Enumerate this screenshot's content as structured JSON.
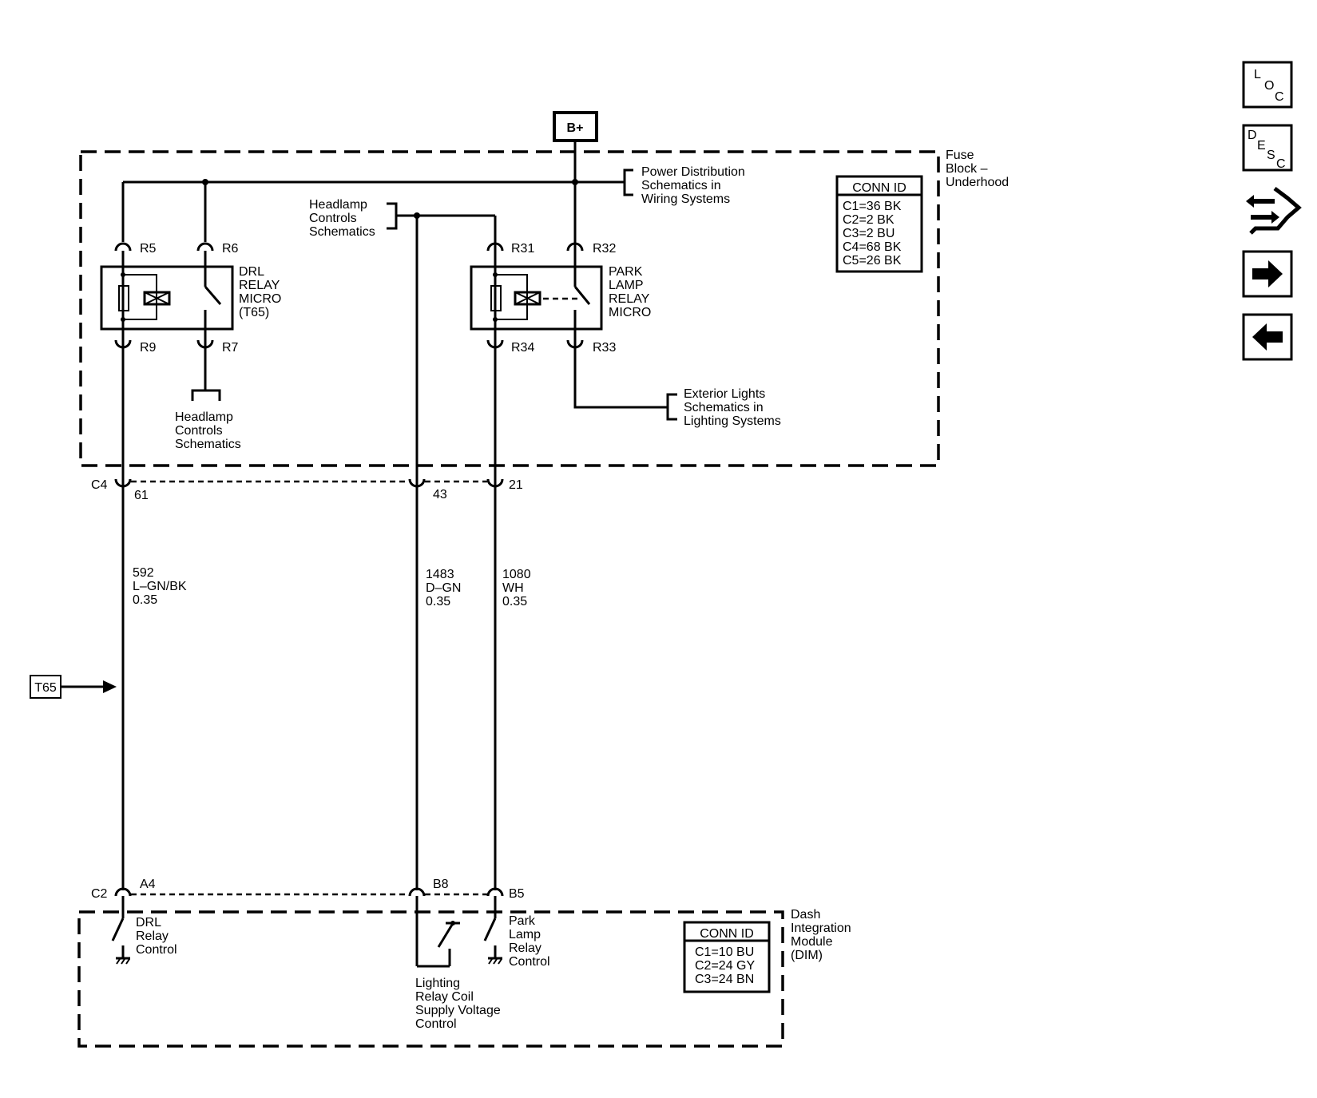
{
  "power_label": "B+",
  "fuse_block": {
    "name_lines": [
      "Fuse",
      "Block –",
      "Underhood"
    ],
    "conn_title": "CONN ID",
    "conn_lines": [
      "C1=36 BK",
      "C2=2 BK",
      "C3=2 BU",
      "C4=68 BK",
      "C5=26 BK"
    ]
  },
  "power_dist_ref": [
    "Power Distribution",
    "Schematics in",
    "Wiring Systems"
  ],
  "headlamp_ref_top": [
    "Headlamp",
    "Controls",
    "Schematics"
  ],
  "headlamp_ref_bottom": [
    "Headlamp",
    "Controls",
    "Schematics"
  ],
  "exterior_ref": [
    "Exterior Lights",
    "Schematics in",
    "Lighting Systems"
  ],
  "drl_relay": {
    "label_lines": [
      "DRL",
      "RELAY",
      "MICRO",
      "(T65)"
    ],
    "pins": {
      "in_coil": "R5",
      "in_switch": "R6",
      "out_coil": "R9",
      "out_switch": "R7"
    }
  },
  "park_relay": {
    "label_lines": [
      "PARK",
      "LAMP",
      "RELAY",
      "MICRO"
    ],
    "pins": {
      "in_coil": "R31",
      "in_switch": "R32",
      "out_coil": "R34",
      "out_switch": "R33"
    }
  },
  "connector_top": {
    "name": "C4",
    "pins": [
      "61",
      "43",
      "21"
    ]
  },
  "connector_bottom": {
    "name": "C2",
    "pins": [
      "A4",
      "B8",
      "B5"
    ]
  },
  "wires": [
    {
      "circuit": "592",
      "color": "L–GN/BK",
      "gauge": "0.35"
    },
    {
      "circuit": "1483",
      "color": "D–GN",
      "gauge": "0.35"
    },
    {
      "circuit": "1080",
      "color": "WH",
      "gauge": "0.35"
    }
  ],
  "t65_ref": "T65",
  "dim": {
    "name_lines": [
      "Dash",
      "Integration",
      "Module",
      "(DIM)"
    ],
    "conn_title": "CONN ID",
    "conn_lines": [
      "C1=10 BU",
      "C2=24 GY",
      "C3=24 BN"
    ],
    "drl_control": [
      "DRL",
      "Relay",
      "Control"
    ],
    "lighting_control": [
      "Lighting",
      "Relay Coil",
      "Supply Voltage",
      "Control"
    ],
    "park_control": [
      "Park",
      "Lamp",
      "Relay",
      "Control"
    ]
  },
  "nav": {
    "loc": [
      "L",
      "O",
      "C"
    ],
    "desc": [
      "D",
      "E",
      "S",
      "C"
    ]
  }
}
